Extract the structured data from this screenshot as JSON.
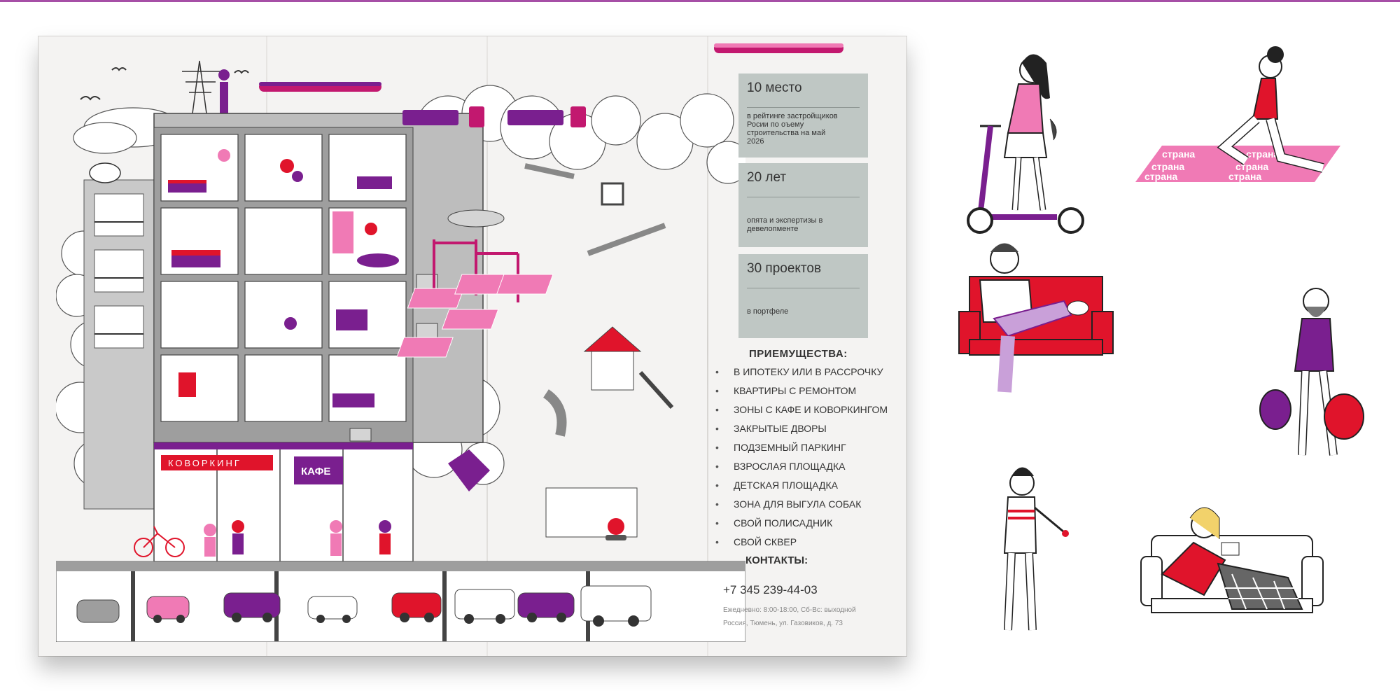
{
  "brand": {
    "logo_text": "страна",
    "colors": {
      "magenta": "#c2186f",
      "purple": "#7a1f8f",
      "pink": "#f07ab5",
      "red": "#e0142b",
      "gray": "#bfc7c4"
    }
  },
  "illustration": {
    "coworking_sign": "КОВОРКИНГ",
    "cafe_sign": "КАФЕ"
  },
  "stats": [
    {
      "title": "10 место",
      "desc": [
        "в рейтинге застройщиков",
        "Росии по оъему",
        "строительства на май",
        "2026"
      ]
    },
    {
      "title": "20 лет",
      "desc": [
        "опята и экспертизы в",
        "девелопменте"
      ]
    },
    {
      "title": "30 проектов",
      "desc": [
        "в портфеле"
      ]
    }
  ],
  "advantages": {
    "title": "ПРИЕМУЩЕСТВА:",
    "items": [
      "В ИПОТЕКУ ИЛИ В РАССРОЧКУ",
      "КВАРТИРЫ С РЕМОНТОМ",
      "ЗОНЫ С КАФЕ И КОВОРКИНГОМ",
      "ЗАКРЫТЫЕ ДВОРЫ",
      "ПОДЗЕМНЫЙ ПАРКИНГ",
      "ВЗРОСЛАЯ ПЛОЩАДКА",
      "ДЕТСКАЯ ПЛОЩАДКА",
      "ЗОНА ДЛЯ ВЫГУЛА СОБАК",
      "СВОЙ ПОЛИСАДНИК",
      "СВОЙ СКВЕР"
    ]
  },
  "contacts": {
    "title": "КОНТАКТЫ:",
    "phone": "+7 345 239-44-03",
    "hours": "Ежедневно: 8:00-18:00, Сб-Вс: выходной",
    "address": "Россия, Тюмень, ул. Газовиков, д. 73"
  },
  "mat_text": "страна"
}
